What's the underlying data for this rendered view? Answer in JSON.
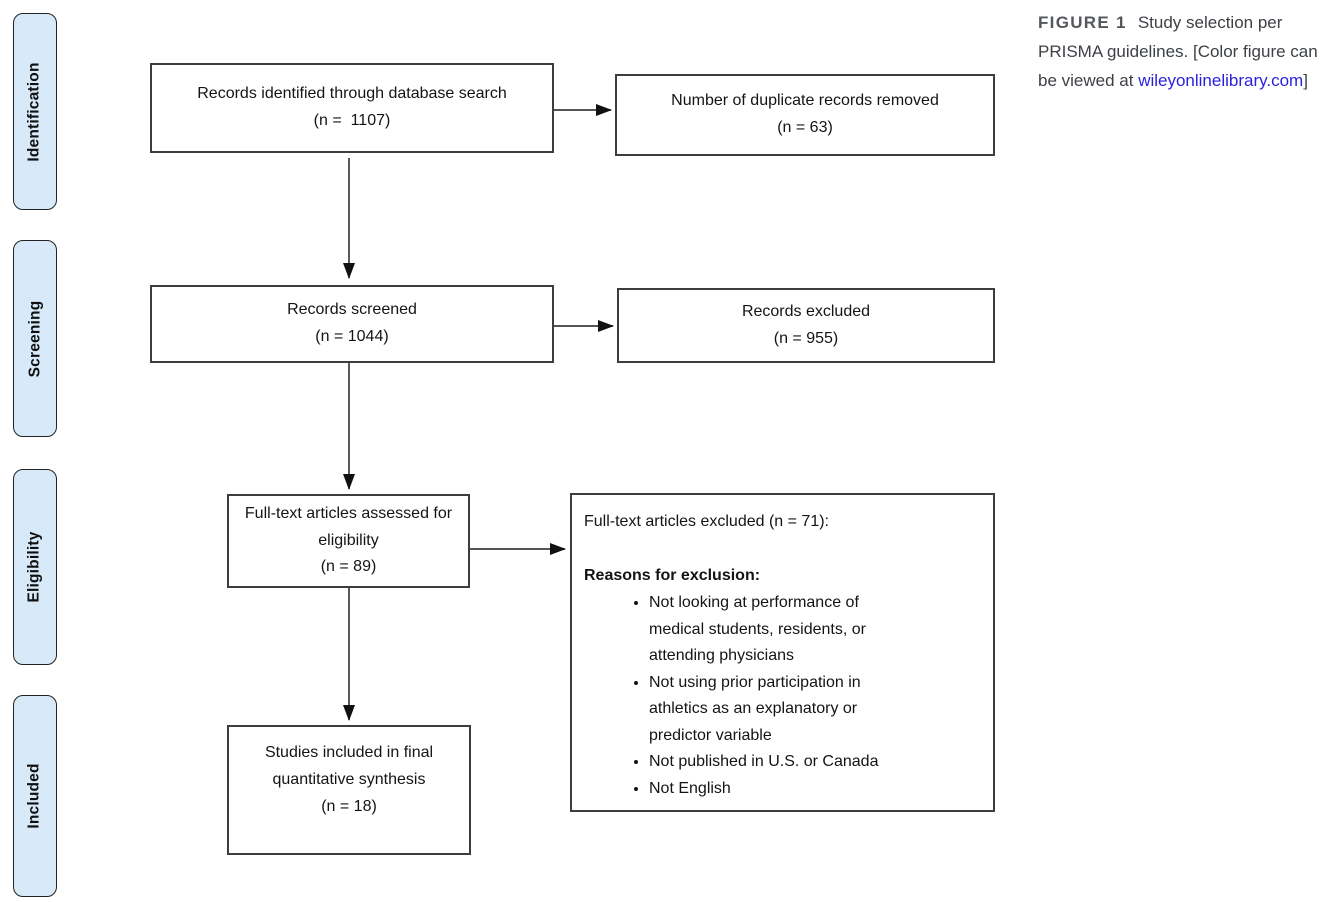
{
  "figure_caption": {
    "label": "FIGURE 1",
    "text_before_link": "Study selection per PRISMA guidelines. [Color figure can be viewed at ",
    "link": "wileyonlinelibrary.com",
    "text_after_link": "]"
  },
  "stages": [
    {
      "label": "Identification"
    },
    {
      "label": "Screening"
    },
    {
      "label": "Eligibility"
    },
    {
      "label": "Included"
    }
  ],
  "boxes": {
    "identified": {
      "label": "Records identified through database search",
      "count": "(n =  1107)"
    },
    "duplicates_removed": {
      "label": "Number of duplicate records removed",
      "count": "(n = 63)"
    },
    "screened": {
      "label": "Records screened",
      "count": "(n = 1044)"
    },
    "excluded": {
      "label": "Records excluded",
      "count": "(n = 955)"
    },
    "fulltext_assessed": {
      "label": "Full-text articles assessed for eligibility",
      "count": "(n = 89)"
    },
    "fulltext_excluded": {
      "title": "Full-text articles excluded (n = 71):",
      "reasons_heading": "Reasons for exclusion:",
      "reasons": [
        "Not looking at performance of medical students, residents, or attending physicians",
        "Not using prior participation in athletics as an explanatory or predictor variable",
        "Not published in U.S. or Canada",
        "Not English"
      ]
    },
    "included_final": {
      "label": "Studies included in final quantitative synthesis",
      "count": "(n = 18)"
    }
  },
  "colors": {
    "stage_fill": "#d8e9f9",
    "box_border": "#3d3d3d",
    "arrow": "#3c3c3c",
    "link": "#2a1fe0",
    "caption_text": "#3d4045"
  }
}
